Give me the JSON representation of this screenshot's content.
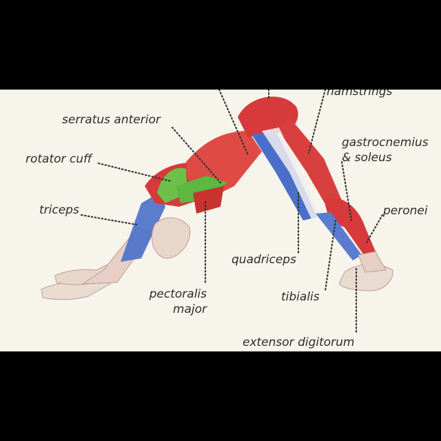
{
  "labels": {
    "hamstrings": "hamstrings",
    "serratus_anterior": "serratus anterior",
    "rotator_cuff": "rotator cuff",
    "triceps": "triceps",
    "gastrocnemius_line1": "gastrocnemius",
    "gastrocnemius_line2": "& soleus",
    "peronei": "peronei",
    "quadriceps": "quadriceps",
    "pectoralis_line1": "pectoralis",
    "pectoralis_line2": "major",
    "tibialis": "tibialis",
    "extensor_digitorum": "extensor digitorum"
  },
  "colors": {
    "background": "#f7f4ec",
    "letterbox": "#000000",
    "muscle_red": "#d63a3a",
    "muscle_blue": "#4a6fc9",
    "muscle_green": "#6cc04a",
    "skin": "#eadbd0"
  }
}
